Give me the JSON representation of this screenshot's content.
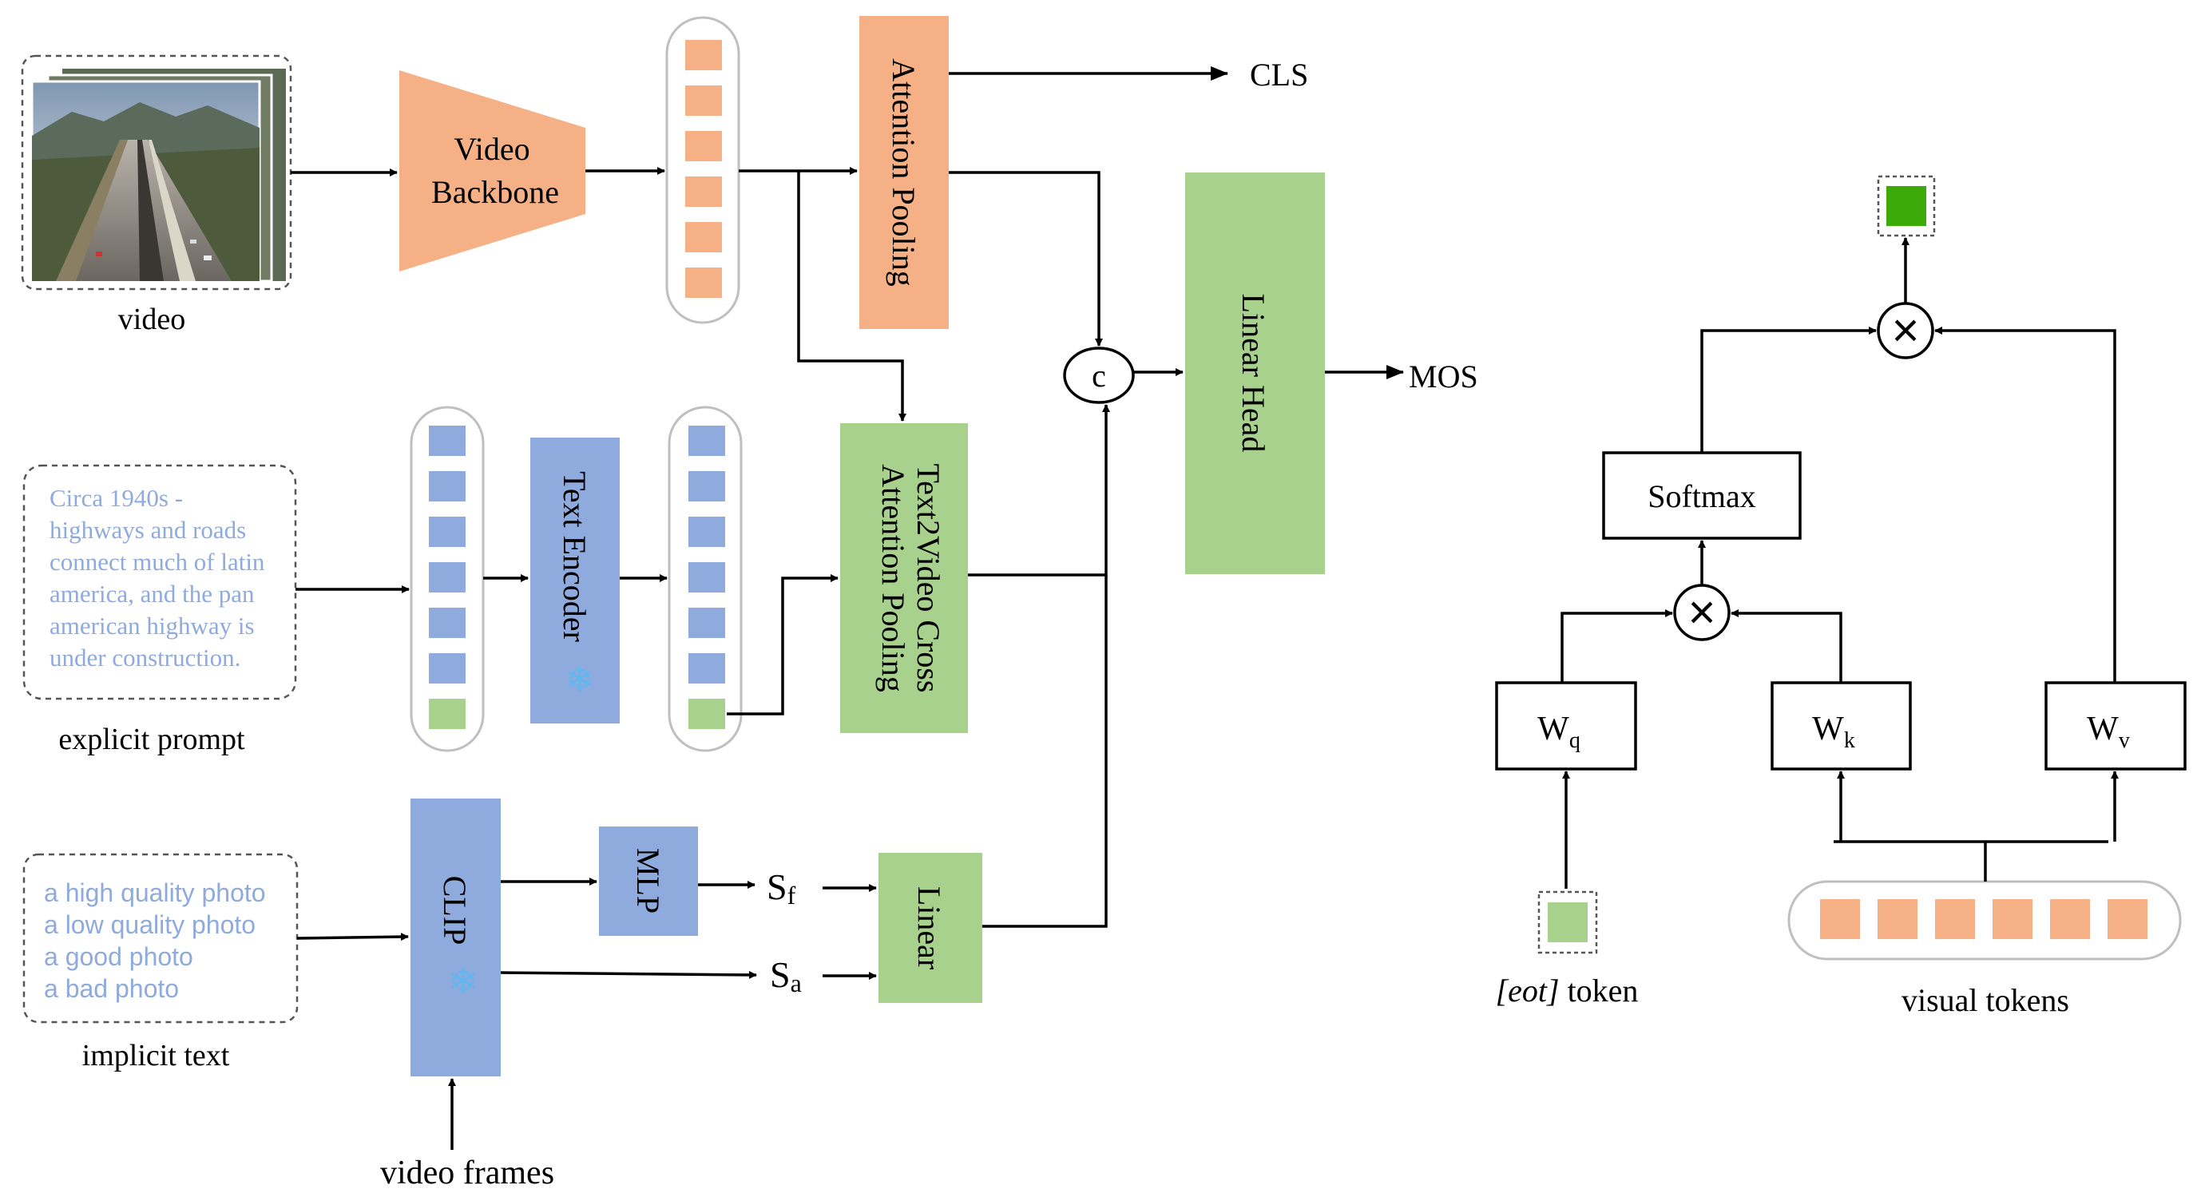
{
  "colors": {
    "orange": "#F5B185",
    "green": "#A7D18C",
    "blue": "#8FAADC",
    "bright_green": "#3CAB0A",
    "prompt_text": "#8FAADC",
    "capsule_border": "#BFBFBF",
    "snowflake": "#5FB8F0"
  },
  "labels": {
    "video": "video",
    "video_backbone_1": "Video",
    "video_backbone_2": "Backbone",
    "attention_pooling": "Attention Pooling",
    "cls": "CLS",
    "concat": "c",
    "linear_head": "Linear Head",
    "mos": "MOS",
    "text_encoder": "Text Encoder",
    "t2v_line1": "Text2Video Cross",
    "t2v_line2": "Attention Pooling",
    "explicit_prompt": "explicit prompt",
    "clip": "CLIP",
    "mlp": "MLP",
    "s_f_main": "S",
    "s_f_sub": "f",
    "s_a_main": "S",
    "s_a_sub": "a",
    "linear": "Linear",
    "implicit_text": "implicit text",
    "video_frames": "video frames",
    "softmax": "Softmax",
    "wq_main": "W",
    "wq_sub": "q",
    "wk_main": "W",
    "wk_sub": "k",
    "wv_main": "W",
    "wv_sub": "v",
    "eot_italic": "[eot]",
    "eot_rest": " token",
    "visual_tokens": "visual tokens",
    "multiply_symbol": "×",
    "snowflake_symbol": "❄"
  },
  "explicit_prompt_lines": [
    "Circa 1940s -",
    "highways and roads",
    "connect much of latin",
    "america, and the pan",
    "american highway is",
    "under construction."
  ],
  "implicit_text_lines": [
    "a high quality photo",
    "a low quality photo",
    "a good photo",
    "a bad photo"
  ]
}
